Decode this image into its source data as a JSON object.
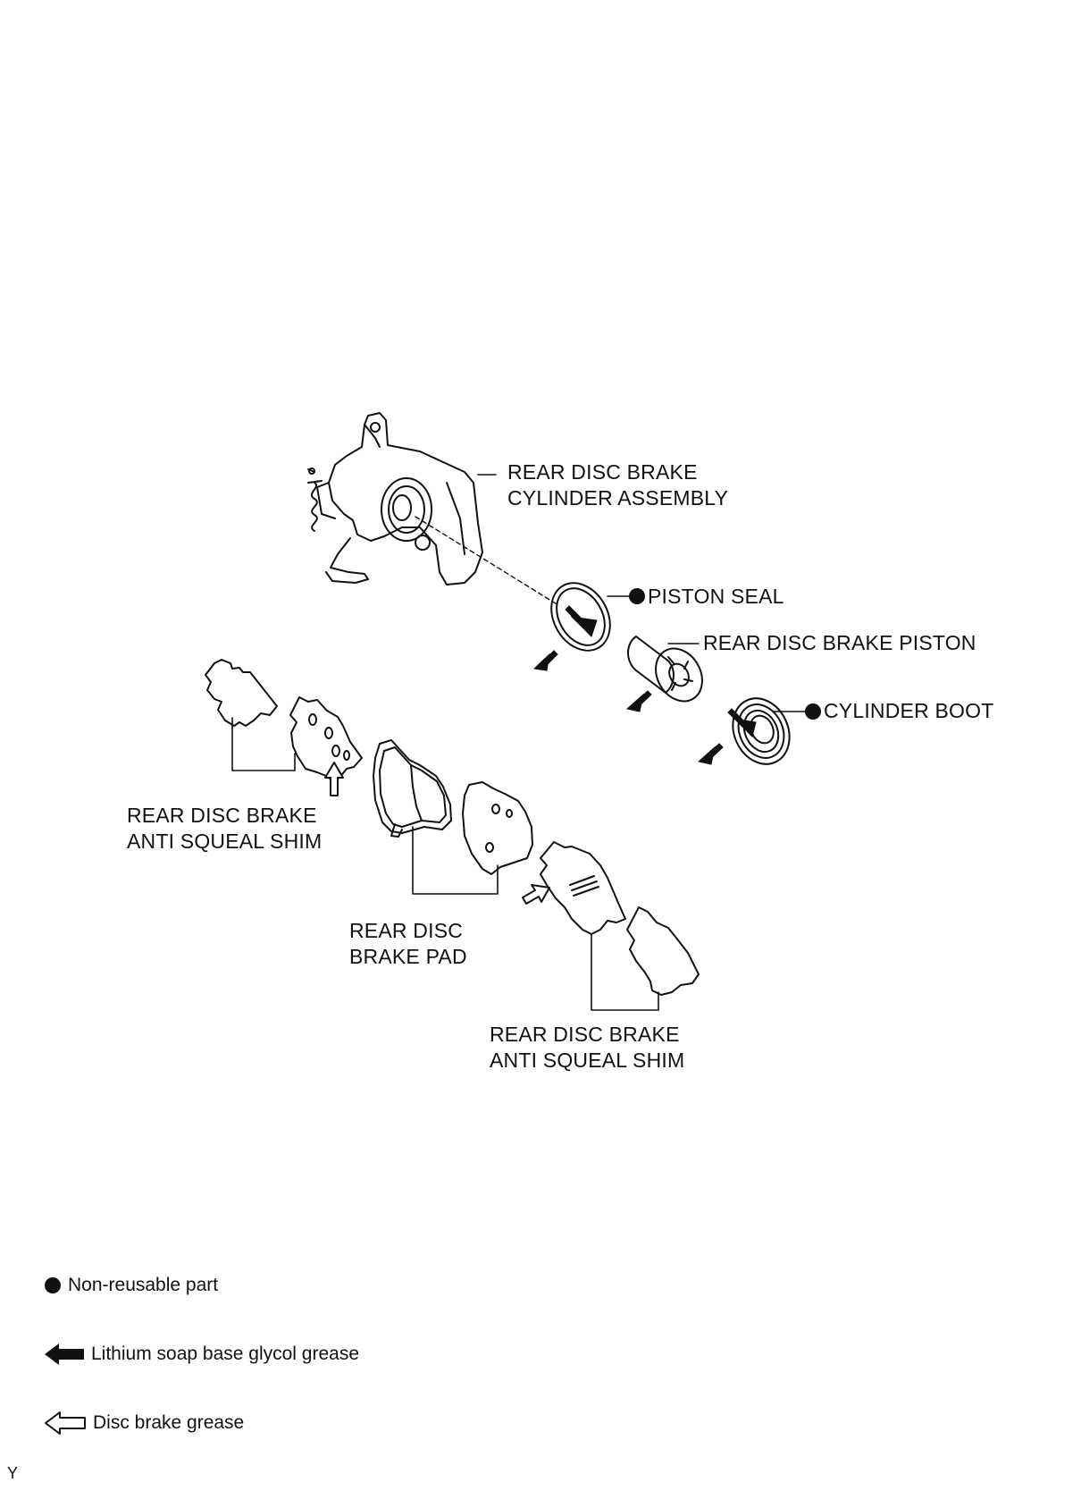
{
  "labels": {
    "cylinder_assembly": "REAR DISC BRAKE\nCYLINDER ASSEMBLY",
    "piston_seal": "PISTON SEAL",
    "piston": "REAR DISC BRAKE PISTON",
    "cylinder_boot": "CYLINDER BOOT",
    "shim_left": "REAR DISC BRAKE\nANTI SQUEAL SHIM",
    "pad": "REAR DISC\nBRAKE PAD",
    "shim_right": "REAR DISC BRAKE\nANTI SQUEAL SHIM"
  },
  "legend": {
    "non_reusable": "Non-reusable part",
    "lithium_grease": "Lithium soap base glycol grease",
    "disc_grease": "Disc brake grease"
  },
  "corner_mark": "Y",
  "icons": {
    "non_reusable": "filled-circle-icon",
    "lithium_grease": "filled-arrow-icon",
    "disc_grease": "outline-arrow-icon"
  }
}
